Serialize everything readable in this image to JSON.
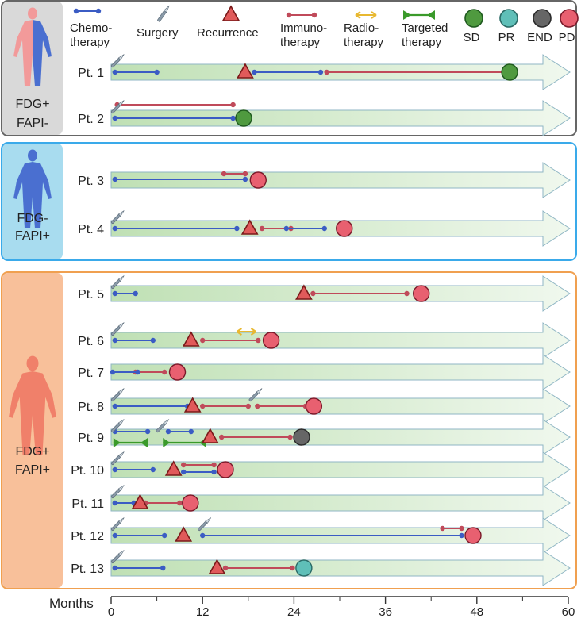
{
  "legend": {
    "chemo": "Chemo-therapy",
    "surgery": "Surgery",
    "recurrence": "Recurrence",
    "immuno": "Immuno-therapy",
    "radio": "Radio-therapy",
    "targeted": "Targeted therapy",
    "sd": "SD",
    "pr": "PR",
    "end": "END",
    "pd": "PD"
  },
  "colors": {
    "chemo": "#3b5cc4",
    "immuno": "#c04a5a",
    "radio": "#e8b830",
    "targeted": "#3a9a2a",
    "recurrence_fill": "#e05a5a",
    "recurrence_stroke": "#7a1a1a",
    "sd_fill": "#4f9a3f",
    "sd_stroke": "#1f5a1f",
    "pr_fill": "#5fbfb8",
    "pr_stroke": "#2a6a66",
    "end_fill": "#666666",
    "end_stroke": "#2a2a2a",
    "pd_fill": "#e86070",
    "pd_stroke": "#7a1a2a",
    "group1_border": "#666666",
    "group1_panel": "#d9d9d9",
    "group2_border": "#3aaaea",
    "group2_panel": "#a8dcef",
    "group3_border": "#f0a050",
    "group3_panel": "#f8c09a",
    "arrow_start": "#bfe0b4",
    "arrow_end": "#f0f8ee"
  },
  "axis": {
    "label": "Months",
    "unit": "months",
    "min": 0,
    "max": 60,
    "ticks": [
      "0",
      "12",
      "24",
      "36",
      "48",
      "60"
    ]
  },
  "groups": [
    {
      "id": "g1",
      "label_line1": "FDG+",
      "label_line2": "FAPI-",
      "figure": "front-half-red-blue"
    },
    {
      "id": "g2",
      "label_line1": "FDG-",
      "label_line2": "FAPI+",
      "figure": "front-half-blue-red"
    },
    {
      "id": "g3",
      "label_line1": "FDG+",
      "label_line2": "FAPI+",
      "figure": "front-red"
    }
  ],
  "patients": [
    {
      "label": "Pt. 1",
      "group": "g1",
      "surgery": [
        0.4
      ],
      "chemo": [
        [
          0.5,
          6.0
        ],
        [
          18.8,
          27.5
        ]
      ],
      "immuno": [
        [
          28.3,
          52.0
        ]
      ],
      "radio": [],
      "targeted": [],
      "recurrence": [
        17.6
      ],
      "outcome": {
        "type": "SD",
        "month": 52.3
      }
    },
    {
      "label": "Pt. 2",
      "group": "g1",
      "surgery": [
        0.4
      ],
      "chemo": [
        [
          0.5,
          16.0
        ]
      ],
      "immuno": [
        [
          0.8,
          16.0
        ]
      ],
      "radio": [],
      "targeted": [],
      "recurrence": [],
      "outcome": {
        "type": "SD",
        "month": 17.4
      }
    },
    {
      "label": "Pt. 3",
      "group": "g2",
      "surgery": [],
      "chemo": [
        [
          0.5,
          17.6
        ]
      ],
      "immuno": [
        [
          14.8,
          17.6
        ]
      ],
      "radio": [],
      "targeted": [],
      "recurrence": [],
      "outcome": {
        "type": "PD",
        "month": 19.3
      }
    },
    {
      "label": "Pt. 4",
      "group": "g2",
      "surgery": [
        0.4
      ],
      "chemo": [
        [
          0.5,
          16.5
        ],
        [
          23.0,
          28.0
        ]
      ],
      "immuno": [
        [
          19.8,
          23.6
        ]
      ],
      "radio": [],
      "targeted": [],
      "recurrence": [
        18.2
      ],
      "outcome": {
        "type": "PD",
        "month": 30.6
      }
    },
    {
      "label": "Pt. 5",
      "group": "g3",
      "surgery": [
        0.4
      ],
      "chemo": [
        [
          0.5,
          3.2
        ]
      ],
      "immuno": [
        [
          26.5,
          38.8
        ]
      ],
      "radio": [],
      "targeted": [],
      "recurrence": [
        25.3
      ],
      "outcome": {
        "type": "PD",
        "month": 40.7
      }
    },
    {
      "label": "Pt. 6",
      "group": "g3",
      "surgery": [
        0.4
      ],
      "chemo": [
        [
          0.5,
          5.5
        ]
      ],
      "immuno": [
        [
          12.0,
          19.3
        ]
      ],
      "radio": [
        [
          16.5,
          19.0
        ]
      ],
      "targeted": [],
      "recurrence": [
        10.5
      ],
      "outcome": {
        "type": "PD",
        "month": 21.0
      }
    },
    {
      "label": "Pt. 7",
      "group": "g3",
      "surgery": [],
      "chemo": [
        [
          0.2,
          3.5
        ]
      ],
      "immuno": [
        [
          3.2,
          7.0
        ]
      ],
      "radio": [],
      "targeted": [],
      "recurrence": [],
      "outcome": {
        "type": "PD",
        "month": 8.7
      }
    },
    {
      "label": "Pt. 8",
      "group": "g3",
      "surgery": [
        0.4,
        18.5
      ],
      "chemo": [
        [
          0.5,
          10.0
        ]
      ],
      "immuno": [
        [
          12.0,
          18.0
        ],
        [
          19.2,
          25.5
        ]
      ],
      "radio": [],
      "targeted": [],
      "recurrence": [
        10.7
      ],
      "outcome": {
        "type": "PD",
        "month": 26.6
      }
    },
    {
      "label": "Pt. 9",
      "group": "g3",
      "surgery": [
        0.4,
        6.3
      ],
      "chemo": [
        [
          0.5,
          4.8
        ],
        [
          7.5,
          10.5
        ]
      ],
      "immuno": [
        [
          14.5,
          23.5
        ]
      ],
      "radio": [],
      "targeted": [
        [
          0.3,
          4.8
        ],
        [
          6.8,
          12.5
        ]
      ],
      "recurrence": [
        13.0
      ],
      "outcome": {
        "type": "END",
        "month": 25.0
      }
    },
    {
      "label": "Pt. 10",
      "group": "g3",
      "surgery": [
        0.4
      ],
      "chemo": [
        [
          0.5,
          5.5
        ],
        [
          9.5,
          13.5
        ]
      ],
      "immuno": [
        [
          9.5,
          13.5
        ]
      ],
      "radio": [],
      "targeted": [],
      "recurrence": [
        8.2
      ],
      "outcome": {
        "type": "PD",
        "month": 15.0
      }
    },
    {
      "label": "Pt. 11",
      "group": "g3",
      "surgery": [
        0.4
      ],
      "chemo": [
        [
          0.5,
          3.0
        ]
      ],
      "immuno": [
        [
          4.5,
          9.0
        ]
      ],
      "radio": [],
      "targeted": [],
      "recurrence": [
        3.8
      ],
      "outcome": {
        "type": "PD",
        "month": 10.4
      }
    },
    {
      "label": "Pt. 12",
      "group": "g3",
      "surgery": [
        0.4,
        11.8
      ],
      "chemo": [
        [
          0.5,
          7.0
        ],
        [
          12.0,
          46.0
        ]
      ],
      "immuno": [
        [
          43.5,
          46.0
        ]
      ],
      "radio": [],
      "targeted": [],
      "recurrence": [
        9.5
      ],
      "outcome": {
        "type": "PD",
        "month": 47.5
      }
    },
    {
      "label": "Pt. 13",
      "group": "g3",
      "surgery": [
        0.4
      ],
      "chemo": [
        [
          0.5,
          6.8
        ]
      ],
      "immuno": [
        [
          15.0,
          23.8
        ]
      ],
      "radio": [],
      "targeted": [],
      "recurrence": [
        13.9
      ],
      "outcome": {
        "type": "PR",
        "month": 25.3
      }
    }
  ]
}
